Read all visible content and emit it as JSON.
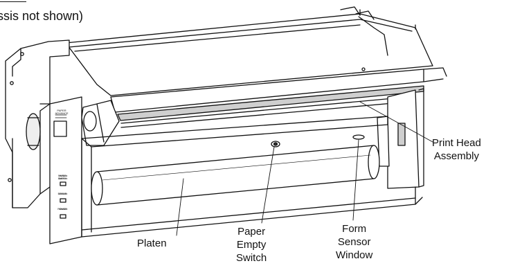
{
  "caption": "ssis not shown)",
  "labels": {
    "print_head": [
      "Print Head",
      "Assembly"
    ],
    "platen": [
      "Platen"
    ],
    "paper_empty": [
      "Paper",
      "Empty",
      "Switch"
    ],
    "form_sensor": [
      "Form",
      "Sensor",
      "Window"
    ]
  },
  "panel": {
    "title": [
      "PAPER",
      "ADVANCE"
    ],
    "leds": [
      "PAPER EMPTY",
      "ERROR",
      "POWER"
    ]
  },
  "colors": {
    "line": "#111111",
    "background": "#ffffff",
    "shade": "#cfcfcf"
  }
}
